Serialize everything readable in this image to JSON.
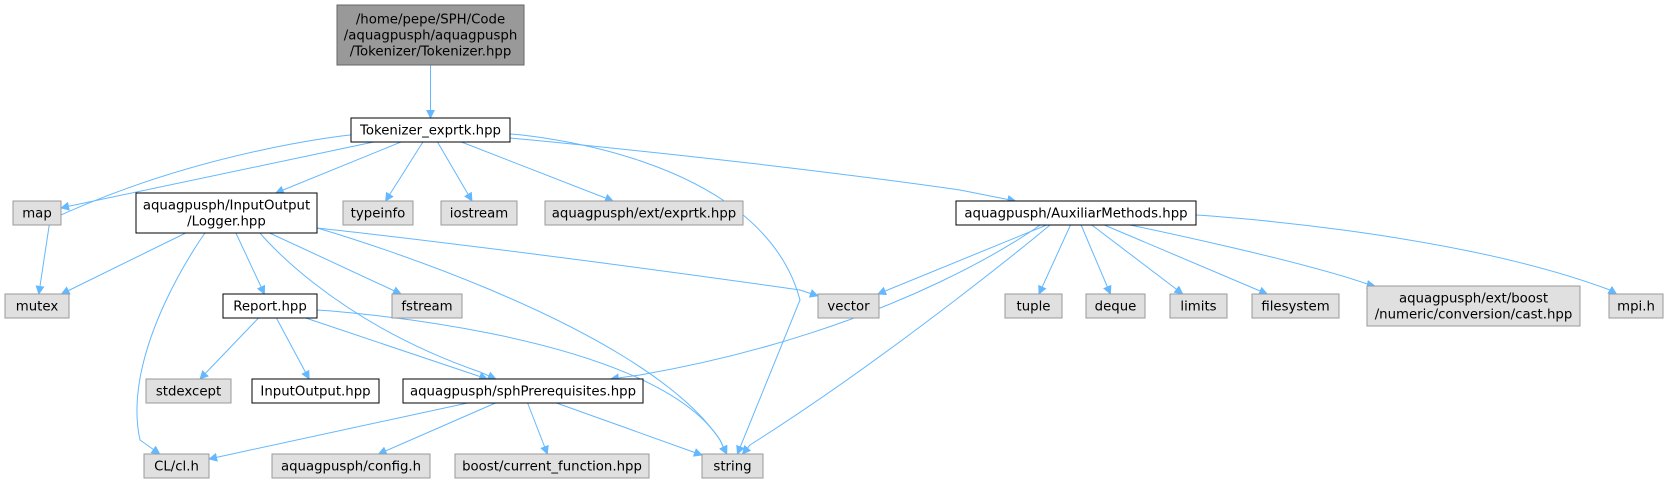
{
  "colors": {
    "edge": "#63b8ff",
    "root_fill": "#999999",
    "root_stroke": "#666666",
    "documented_fill": "#ffffff",
    "documented_stroke": "#000000",
    "external_fill": "#e0e0e0",
    "external_stroke": "#999999"
  },
  "nodes": [
    {
      "id": "root",
      "kind": "root",
      "label": [
        "/home/pepe/SPH/Code",
        "/aquagpusph/aquagpusph",
        "/Tokenizer/Tokenizer.hpp"
      ]
    },
    {
      "id": "tokexprtk",
      "kind": "documented",
      "label": [
        "Tokenizer_exprtk.hpp"
      ]
    },
    {
      "id": "map",
      "kind": "external",
      "label": [
        "map"
      ]
    },
    {
      "id": "logger",
      "kind": "documented",
      "label": [
        "aquagpusph/InputOutput",
        "/Logger.hpp"
      ]
    },
    {
      "id": "typeinfo",
      "kind": "external",
      "label": [
        "typeinfo"
      ]
    },
    {
      "id": "iostream",
      "kind": "external",
      "label": [
        "iostream"
      ]
    },
    {
      "id": "exprtk",
      "kind": "external",
      "label": [
        "aquagpusph/ext/exprtk.hpp"
      ]
    },
    {
      "id": "auxiliar",
      "kind": "documented",
      "label": [
        "aquagpusph/AuxiliarMethods.hpp"
      ]
    },
    {
      "id": "mutex",
      "kind": "external",
      "label": [
        "mutex"
      ]
    },
    {
      "id": "report",
      "kind": "documented",
      "label": [
        "Report.hpp"
      ]
    },
    {
      "id": "fstream",
      "kind": "external",
      "label": [
        "fstream"
      ]
    },
    {
      "id": "vector",
      "kind": "external",
      "label": [
        "vector"
      ]
    },
    {
      "id": "tuple",
      "kind": "external",
      "label": [
        "tuple"
      ]
    },
    {
      "id": "deque",
      "kind": "external",
      "label": [
        "deque"
      ]
    },
    {
      "id": "limits",
      "kind": "external",
      "label": [
        "limits"
      ]
    },
    {
      "id": "filesystem",
      "kind": "external",
      "label": [
        "filesystem"
      ]
    },
    {
      "id": "boostcast",
      "kind": "external",
      "label": [
        "aquagpusph/ext/boost",
        "/numeric/conversion/cast.hpp"
      ]
    },
    {
      "id": "mpih",
      "kind": "external",
      "label": [
        "mpi.h"
      ]
    },
    {
      "id": "stdexcept",
      "kind": "external",
      "label": [
        "stdexcept"
      ]
    },
    {
      "id": "inputoutput",
      "kind": "documented",
      "label": [
        "InputOutput.hpp"
      ]
    },
    {
      "id": "sphprereq",
      "kind": "documented",
      "label": [
        "aquagpusph/sphPrerequisites.hpp"
      ]
    },
    {
      "id": "clh",
      "kind": "external",
      "label": [
        "CL/cl.h"
      ]
    },
    {
      "id": "configh",
      "kind": "external",
      "label": [
        "aquagpusph/config.h"
      ]
    },
    {
      "id": "boostfunc",
      "kind": "external",
      "label": [
        "boost/current_function.hpp"
      ]
    },
    {
      "id": "string",
      "kind": "external",
      "label": [
        "string"
      ]
    }
  ],
  "edges": [
    [
      "root",
      "tokexprtk"
    ],
    [
      "tokexprtk",
      "map"
    ],
    [
      "tokexprtk",
      "mutex"
    ],
    [
      "tokexprtk",
      "logger"
    ],
    [
      "tokexprtk",
      "typeinfo"
    ],
    [
      "tokexprtk",
      "iostream"
    ],
    [
      "tokexprtk",
      "exprtk"
    ],
    [
      "tokexprtk",
      "auxiliar"
    ],
    [
      "tokexprtk",
      "string"
    ],
    [
      "logger",
      "mutex"
    ],
    [
      "logger",
      "clh"
    ],
    [
      "logger",
      "report"
    ],
    [
      "logger",
      "sphprereq"
    ],
    [
      "logger",
      "fstream"
    ],
    [
      "logger",
      "string"
    ],
    [
      "logger",
      "vector"
    ],
    [
      "report",
      "stdexcept"
    ],
    [
      "report",
      "inputoutput"
    ],
    [
      "report",
      "sphprereq"
    ],
    [
      "report",
      "string"
    ],
    [
      "sphprereq",
      "clh"
    ],
    [
      "sphprereq",
      "configh"
    ],
    [
      "sphprereq",
      "boostfunc"
    ],
    [
      "sphprereq",
      "string"
    ],
    [
      "auxiliar",
      "vector"
    ],
    [
      "auxiliar",
      "sphprereq"
    ],
    [
      "auxiliar",
      "string"
    ],
    [
      "auxiliar",
      "tuple"
    ],
    [
      "auxiliar",
      "deque"
    ],
    [
      "auxiliar",
      "limits"
    ],
    [
      "auxiliar",
      "filesystem"
    ],
    [
      "auxiliar",
      "boostcast"
    ],
    [
      "auxiliar",
      "mpih"
    ]
  ]
}
